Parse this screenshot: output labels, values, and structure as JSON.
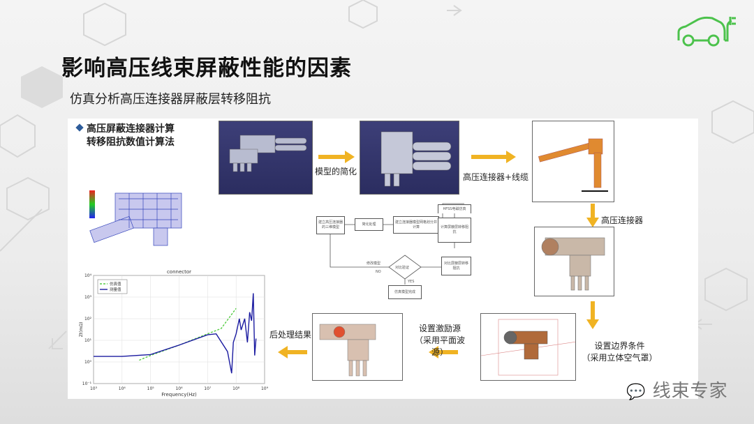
{
  "slide": {
    "title": "影响高压线束屏蔽性能的因素",
    "subtitle": "仿真分析高压连接器屏蔽层转移阻抗",
    "bullet_line1": "高压屏蔽连接器计算",
    "bullet_line2": "转移阻抗数值计算法",
    "logo_icon": "electric-car-plug-icon",
    "accent_color": "#f0b323",
    "logo_color": "#4cc24c"
  },
  "process": {
    "step1": "模型的简化",
    "step2": "高压连接器+线缆",
    "step3": "高压连接器",
    "step4_line1": "设置边界条件",
    "step4_line2": "（采用立体空气罩）",
    "step5_line1": "设置激励源",
    "step5_line2": "（采用平面波源）",
    "step6": "后处理结果"
  },
  "flowchart": {
    "box_model": "建立高压连接器的三维模型",
    "box_simplify": "简化处理",
    "box_mesh": "建立连接器模型网格划分并计算",
    "box_hfss": "HFSS电磁仿真",
    "box_calc": "计算屏蔽层转移阻抗",
    "box_compare": "对比屏蔽层转移阻抗",
    "decision": "对比验证",
    "edge_modify": "修改模型",
    "edge_no": "NO",
    "edge_yes": "YES",
    "box_done": "仿真模型完成"
  },
  "chart_data": {
    "type": "line",
    "title": "connector",
    "xlabel": "Frequency(Hz)",
    "ylabel": "Zt(mΩ)",
    "x_scale": "log",
    "y_scale": "log",
    "xlim": [
      1000,
      1000000000
    ],
    "ylim": [
      0.1,
      10000
    ],
    "x_ticks": [
      "10³",
      "10⁴",
      "10⁵",
      "10⁶",
      "10⁷",
      "10⁸",
      "10⁹"
    ],
    "y_ticks": [
      "10⁻¹",
      "10⁰",
      "10¹",
      "10²",
      "10³",
      "10⁴"
    ],
    "grid": true,
    "legend_position": "top-left",
    "series": [
      {
        "name": "仿真值",
        "color": "#55cc44",
        "x": [
          40000,
          100000,
          1000000,
          10000000,
          30000000,
          100000000
        ],
        "y": [
          1.2,
          2,
          6,
          20,
          35,
          300
        ]
      },
      {
        "name": "测量值",
        "color": "#1a1aa0",
        "x": [
          1000,
          10000,
          100000,
          1000000,
          10000000,
          20000000,
          50000000,
          70000000,
          80000000,
          100000000,
          130000000,
          150000000,
          200000000,
          250000000,
          300000000,
          350000000,
          400000000,
          450000000,
          500000000
        ],
        "y": [
          1.8,
          1.8,
          2.2,
          6,
          18,
          20,
          3,
          0.3,
          8,
          20,
          100,
          30,
          100,
          8,
          200,
          80,
          1500,
          2,
          12
        ]
      }
    ]
  },
  "watermark": {
    "icon": "wechat-icon",
    "text": "线束专家"
  }
}
